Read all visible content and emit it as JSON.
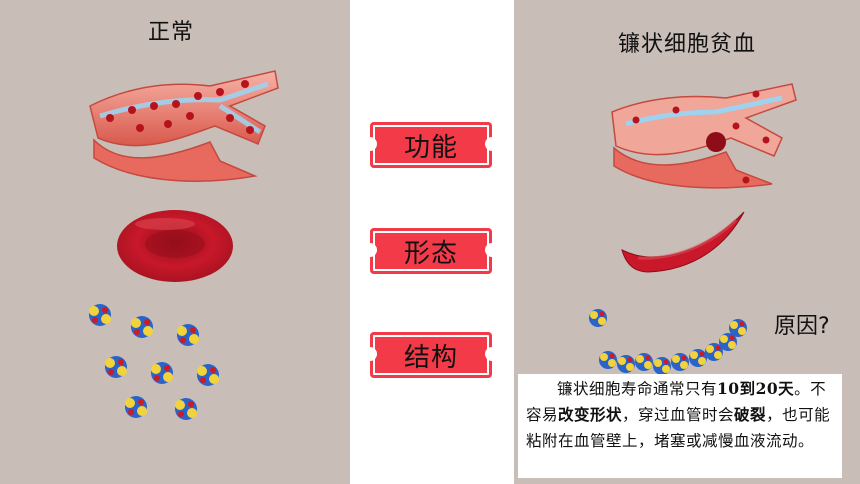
{
  "left": {
    "title": "正常"
  },
  "right": {
    "title": "镰状细胞贫血",
    "cause": "原因?"
  },
  "tags": {
    "function": "功能",
    "shape": "形态",
    "structure": "结构"
  },
  "description": {
    "t1": "镰状细胞寿命通常只有",
    "b1": "10到20天",
    "t2": "。不容易",
    "b2": "改变形状",
    "t3": "，穿过血管时会",
    "b3": "破裂",
    "t4": "，也可能粘附在血管壁上，堵塞或减慢血液流动。"
  },
  "colors": {
    "panel_bg": "#c9bdb8",
    "tag_red": "#f23a48",
    "cell_red": "#c8182a",
    "vessel_pink": "#f08a7e",
    "protein_blue": "#2a63c9",
    "protein_yellow": "#f2d33c"
  }
}
